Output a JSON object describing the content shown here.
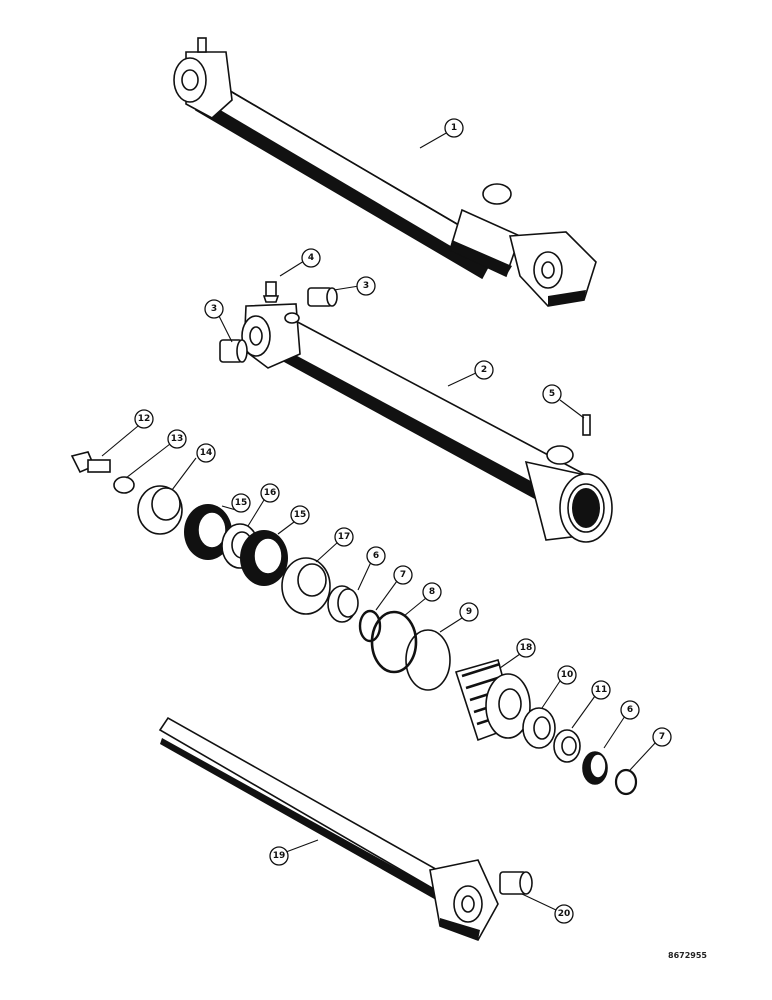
{
  "document_id": "8672955",
  "callouts": [
    {
      "label": "1"
    },
    {
      "label": "2"
    },
    {
      "label": "3"
    },
    {
      "label": "3"
    },
    {
      "label": "4"
    },
    {
      "label": "5"
    },
    {
      "label": "12"
    },
    {
      "label": "13"
    },
    {
      "label": "14"
    },
    {
      "label": "15"
    },
    {
      "label": "16"
    },
    {
      "label": "15"
    },
    {
      "label": "17"
    },
    {
      "label": "6"
    },
    {
      "label": "7"
    },
    {
      "label": "8"
    },
    {
      "label": "9"
    },
    {
      "label": "18"
    },
    {
      "label": "10"
    },
    {
      "label": "11"
    },
    {
      "label": "6"
    },
    {
      "label": "7"
    },
    {
      "label": "19"
    },
    {
      "label": "20"
    }
  ]
}
